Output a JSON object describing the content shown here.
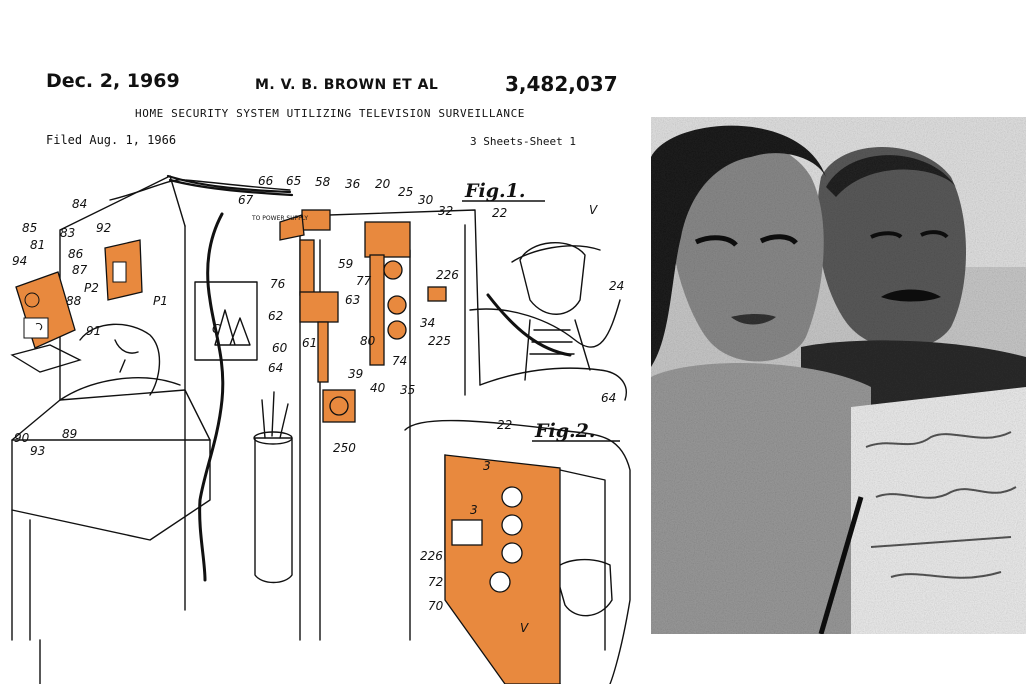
{
  "header": {
    "date": "Dec. 2, 1969",
    "inventor": "M. V. B. BROWN ET AL",
    "patent_number": "3,482,037",
    "title": "HOME SECURITY SYSTEM UTILIZING TELEVISION SURVEILLANCE",
    "filed": "Filed Aug. 1, 1966",
    "sheets": "3 Sheets-Sheet 1"
  },
  "figures": {
    "fig1": "Fig.1.",
    "fig2": "Fig.2."
  },
  "drawing_note": "TO POWER SUPPLY",
  "ref_numerals": {
    "r84": "84",
    "r85": "85",
    "r81": "81",
    "r83": "83",
    "r94": "94",
    "r86": "86",
    "r87": "87",
    "r92": "92",
    "rP2": "P2",
    "r88": "88",
    "r91": "91",
    "rP1": "P1",
    "r90": "90",
    "r93": "93",
    "r89": "89",
    "r66": "66",
    "r65": "65",
    "r58": "58",
    "r36": "36",
    "r20": "20",
    "r25": "25",
    "r30": "30",
    "r32": "32",
    "r22": "22",
    "rV": "V",
    "r67": "67",
    "r59": "59",
    "r77": "77",
    "r226": "226",
    "r76": "76",
    "r63": "63",
    "r62": "62",
    "r34": "34",
    "r225": "225",
    "r61": "61",
    "r60": "60",
    "r80": "80",
    "r74": "74",
    "r64": "64",
    "r39": "39",
    "r40": "40",
    "r35": "35",
    "rC": "C",
    "r24": "24",
    "r250": "250",
    "r22b": "22",
    "r64b": "64",
    "r3a": "3",
    "r3b": "3",
    "r226b": "226",
    "r72": "72",
    "r70": "70",
    "rVb": "V"
  },
  "colors": {
    "accent_orange": "#e8893e",
    "ink": "#111111",
    "photo_dark": "#2a2a2a",
    "photo_mid": "#7a7a7a",
    "photo_light": "#d8d8d8"
  }
}
